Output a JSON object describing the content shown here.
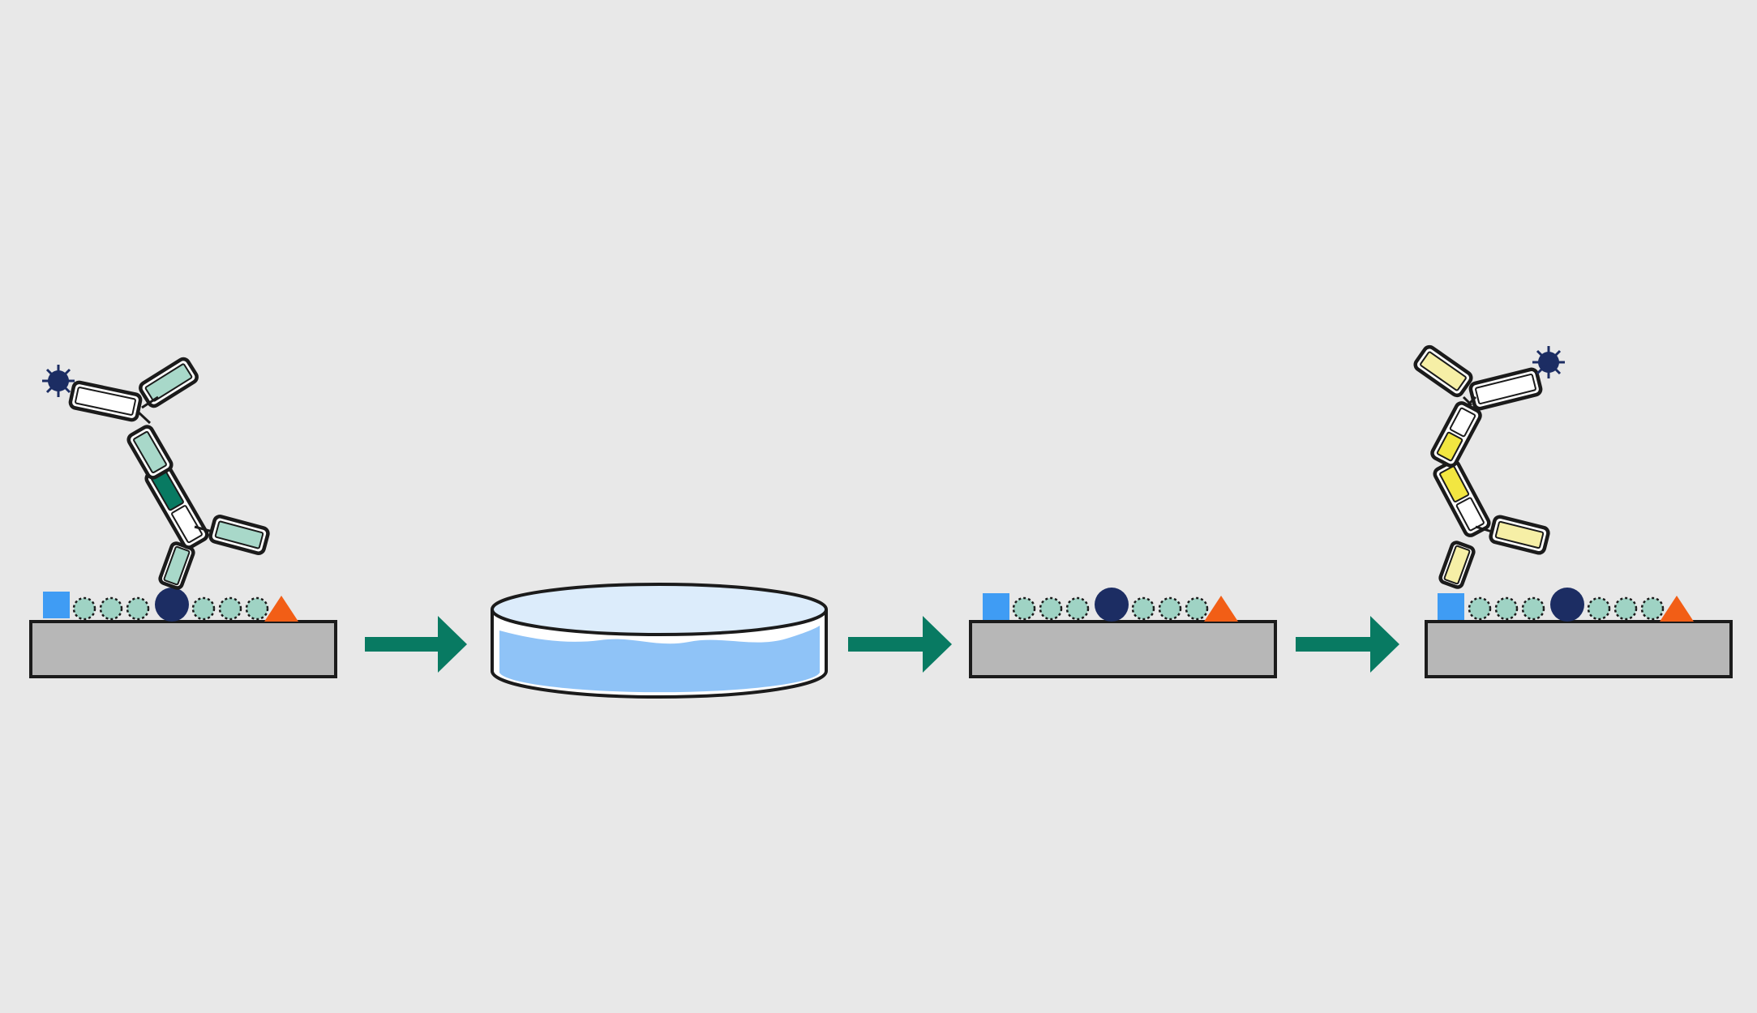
{
  "colors": {
    "background": "#e8e8e8",
    "slab": "#b7b7b7",
    "outline": "#1b1b1b",
    "arrow": "#087a62",
    "bead": "#9fd3c4",
    "square_marker": "#3f9cf4",
    "circle_marker": "#1c2d63",
    "triangle_marker": "#f25e16",
    "label_dot": "#1c2d63",
    "antibody_primary_accent": "#087a62",
    "antibody_primary_light": "#a8d8c9",
    "antibody_secondary_accent": "#f2e641",
    "antibody_secondary_light": "#f6efa6",
    "dish_rim": "#dcecfb",
    "dish_liquid": "#8fc3f7"
  },
  "steps": [
    {
      "kind": "surface-with-bound-antibody",
      "antibody": "primary",
      "marker": "circle-marker"
    },
    {
      "kind": "arrow"
    },
    {
      "kind": "stripping-dish"
    },
    {
      "kind": "arrow"
    },
    {
      "kind": "bare-surface"
    },
    {
      "kind": "arrow"
    },
    {
      "kind": "surface-with-bound-antibody",
      "antibody": "secondary",
      "marker": "square-marker"
    }
  ],
  "icons": [
    "antibody-icon",
    "label-dot-icon",
    "bead-icon",
    "square-marker-icon",
    "circle-marker-icon",
    "triangle-marker-icon",
    "arrow-icon",
    "petri-dish-icon"
  ]
}
